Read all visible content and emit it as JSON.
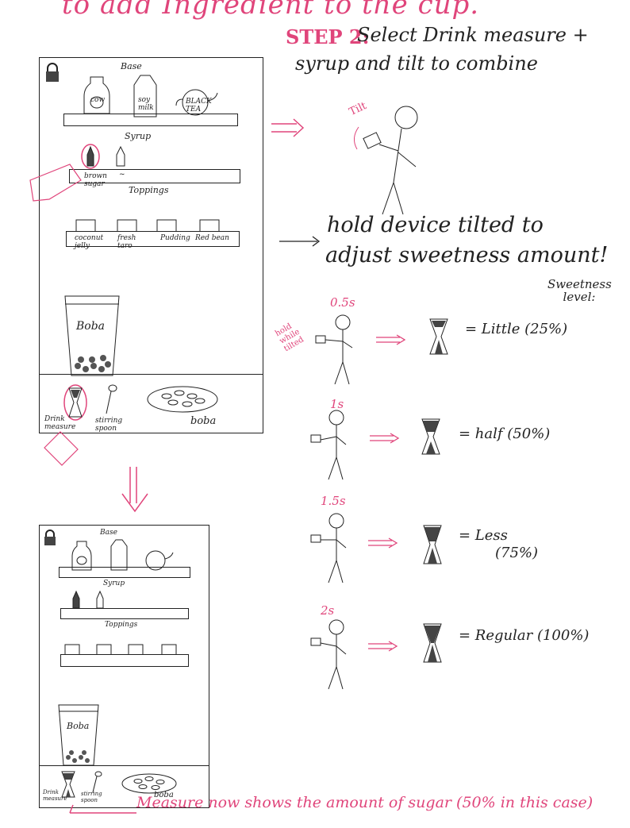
{
  "header": {
    "top_note": "to add Ingredient to the cup.",
    "step_title": "STEP 2:",
    "step_text": "Select Drink measure +",
    "step_text2": "syrup and tilt to combine"
  },
  "mockup_labels": {
    "base": "Base",
    "syrup": "Syrup",
    "toppings": "Toppings",
    "bottles": [
      "cow",
      "soy milk",
      "BLACK TEA"
    ],
    "syrup_items": [
      "brown sugar",
      "~"
    ],
    "topping_items": [
      "coconut jelly",
      "fresh taro",
      "Pudding",
      "Red bean"
    ],
    "cup_label": "Boba",
    "tools": [
      "Drink measure",
      "stirring spoon",
      "boba"
    ]
  },
  "tilt_note": "Tilt",
  "hold_note_1": "hold device tilted to",
  "hold_note_2": "adjust sweetness amount!",
  "sweetness_header": "Sweetness level:",
  "hold_while_tilted": "hold while tilted",
  "levels": [
    {
      "time": "0.5s",
      "result": "= Little (25%)"
    },
    {
      "time": "1s",
      "result": "= half (50%)"
    },
    {
      "time": "1.5s",
      "result": "= Less",
      "result2": "(75%)"
    },
    {
      "time": "2s",
      "result": "= Regular (100%)"
    }
  ],
  "bottom_note": "Measure now shows the amount of sugar (50% in this case)",
  "colors": {
    "accent": "#e0457b",
    "ink": "#222222"
  }
}
